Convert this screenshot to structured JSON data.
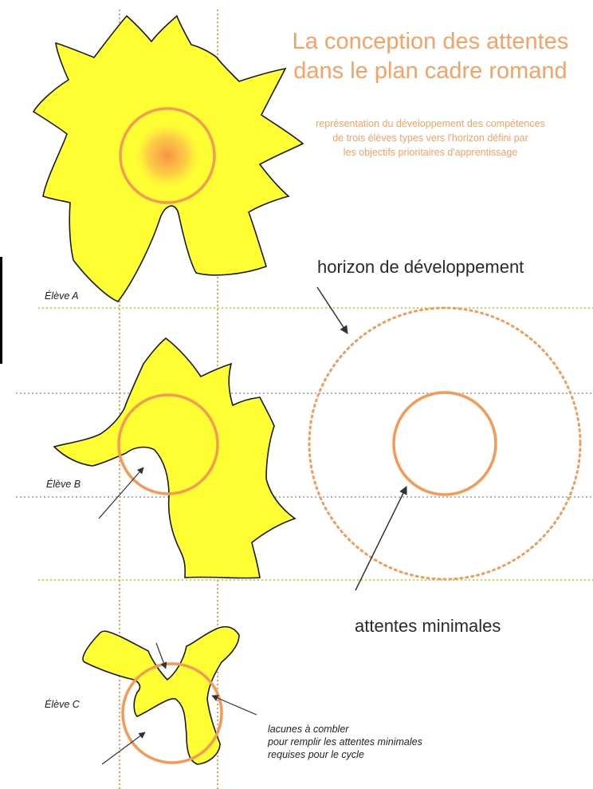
{
  "title_lines": [
    "La conception des attentes",
    "dans le plan cadre romand"
  ],
  "subtitle_lines": [
    "représentation du développement des compétences",
    "de trois élèves types vers l'horizon défini par",
    "les objectifs prioritaires d'apprentissage"
  ],
  "horizon_label": "horizon de développement",
  "minimum_label": "attentes minimales",
  "students": [
    {
      "label": "Élève A"
    },
    {
      "label": "Élève B"
    },
    {
      "label": "Élève C"
    }
  ],
  "gap_note_lines": [
    "lacunes à combler",
    "pour remplir les attentes minimales",
    "requises pour le cycle"
  ],
  "colors": {
    "shape_fill": "#ffff33",
    "shape_stroke": "#1a1a1a",
    "circle": "#f59a55",
    "guide_orange": "#f59a55",
    "guide_green": "#b5e14a",
    "guide_gray": "#9a9a9a",
    "arrow": "#333333"
  }
}
